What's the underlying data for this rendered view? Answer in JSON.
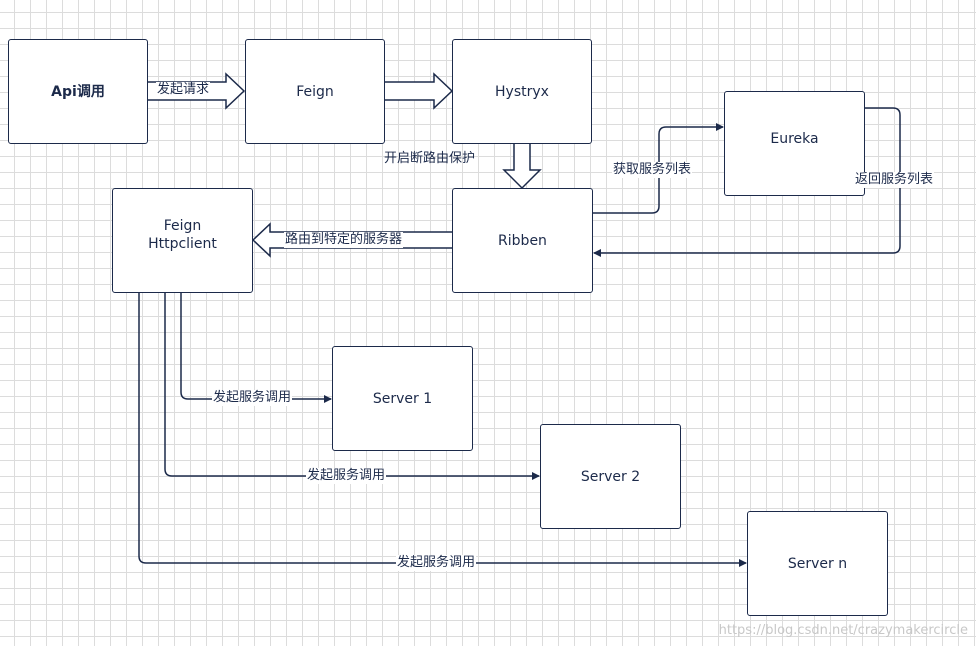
{
  "boxes": {
    "api": "Api调用",
    "feign": "Feign",
    "hystryx": "Hystryx",
    "eureka": "Eureka",
    "ribben": "Ribben",
    "feign_httpclient": "Feign\nHttpclient",
    "server1": "Server 1",
    "server2": "Server 2",
    "servern": "Server n"
  },
  "labels": {
    "initiate_request": "发起请求",
    "circuit_breaker": "开启断路由保护",
    "get_service_list": "获取服务列表",
    "return_service_list": "返回服务列表",
    "route_to_server": "路由到特定的服务器",
    "call_server1": "发起服务调用",
    "call_server2": "发起服务调用",
    "call_servern": "发起服务调用"
  },
  "watermark": "https://blog.csdn.net/crazymakercircle",
  "colors": {
    "stroke": "#1c2a4a",
    "grid": "#dcdcdc"
  }
}
